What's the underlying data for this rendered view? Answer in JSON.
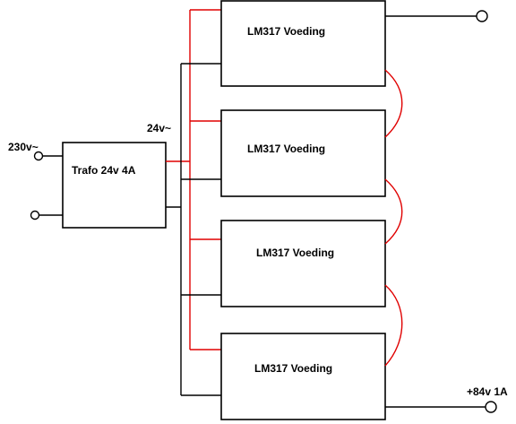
{
  "labels": {
    "input_voltage": "230v~",
    "secondary_voltage": "24v~",
    "output": "+84v 1A"
  },
  "transformer": {
    "label": "Trafo 24v 4A"
  },
  "regulators": [
    {
      "label": "LM317 Voeding"
    },
    {
      "label": "LM317 Voeding"
    },
    {
      "label": "LM317 Voeding"
    },
    {
      "label": "LM317 Voeding"
    }
  ],
  "colors": {
    "wire_ac_black": "#000000",
    "wire_ac_red": "#e00000",
    "series_link": "#e00000"
  }
}
